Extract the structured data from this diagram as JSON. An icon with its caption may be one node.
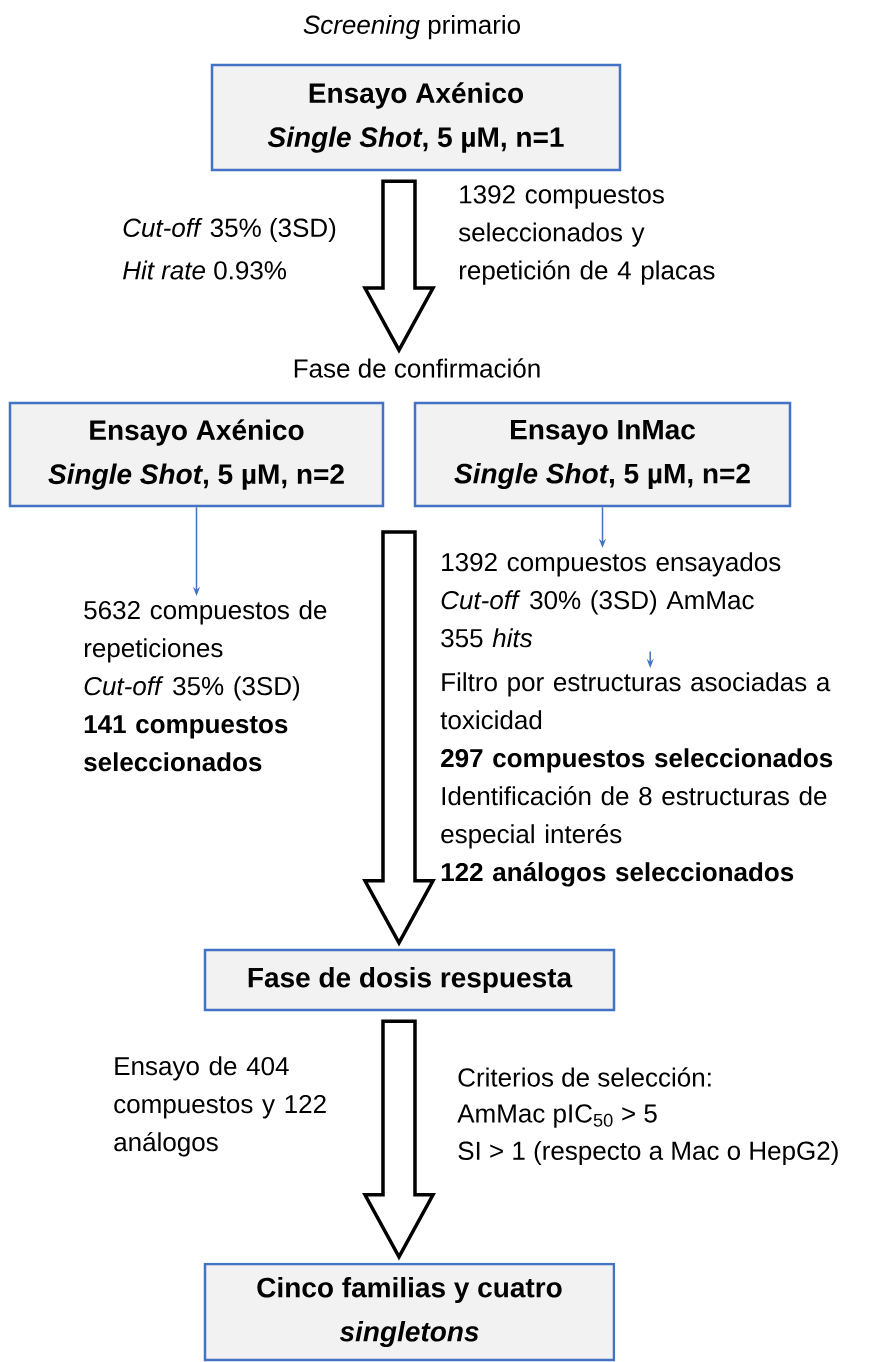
{
  "diagram": {
    "nodes": [
      {
        "text": [
          "Ensayo Axénico",
          "*Single Shot*, 5 µM, n=1"
        ]
      },
      {
        "text": [
          "Fase de confirmación"
        ]
      },
      {
        "text": [
          "Ensayo Axénico",
          "*Single Shot*, 5 µM, n=2"
        ]
      },
      {
        "text": [
          "Ensayo InMac",
          "*Single Shot*, 5 µM, n=2"
        ]
      },
      {
        "text": [
          "5632 compuestos de repeticiones",
          "*Cut-off* 35% (3SD)",
          "**141 compuestos seleccionados**"
        ]
      },
      {
        "text": [
          "1392 compuestos ensayados",
          "*Cut-off* 30% (3SD) AmMac",
          "355 *hits*"
        ]
      },
      {
        "text": [
          "Filtro por estructuras asociadas a toxicidad",
          "**297 compuestos seleccionados**",
          "Identificación de 8 estructuras de especial interés",
          "**122 análogos seleccionados**"
        ]
      },
      {
        "text": [
          "Fase de dosis respuesta"
        ]
      },
      {
        "text": [
          "Cinco familias y cuatro",
          "*singletons*"
        ]
      }
    ],
    "edges": [
      {
        "from": 0,
        "to": 1,
        "arrow": "to",
        "style": "thick"
      },
      {
        "from": null,
        "to": 7,
        "arrow": "to",
        "style": "thick"
      },
      {
        "from": 7,
        "to": 8,
        "arrow": "to",
        "style": "thick"
      },
      {
        "from": 2,
        "to": 4,
        "arrow": "to",
        "color": "#4472c4"
      },
      {
        "from": 3,
        "to": 5,
        "arrow": "to",
        "color": "#4472c4"
      },
      {
        "from": 5,
        "to": 6,
        "arrow": "to",
        "color": "#4472c4"
      }
    ],
    "labels": [
      "*Screening* primario",
      "*Cut-off* 35% (3SD)",
      "*Hit rate* 0.93%",
      "1392 compuestos seleccionados y repetición de 4 placas",
      "Ensayo de 404 compuestos y 122 análogos",
      "Criterios de selección:",
      "AmMac pIC$_{50}$ > 5",
      "SI > 1 (respecto a Mac o HepG2)"
    ]
  }
}
